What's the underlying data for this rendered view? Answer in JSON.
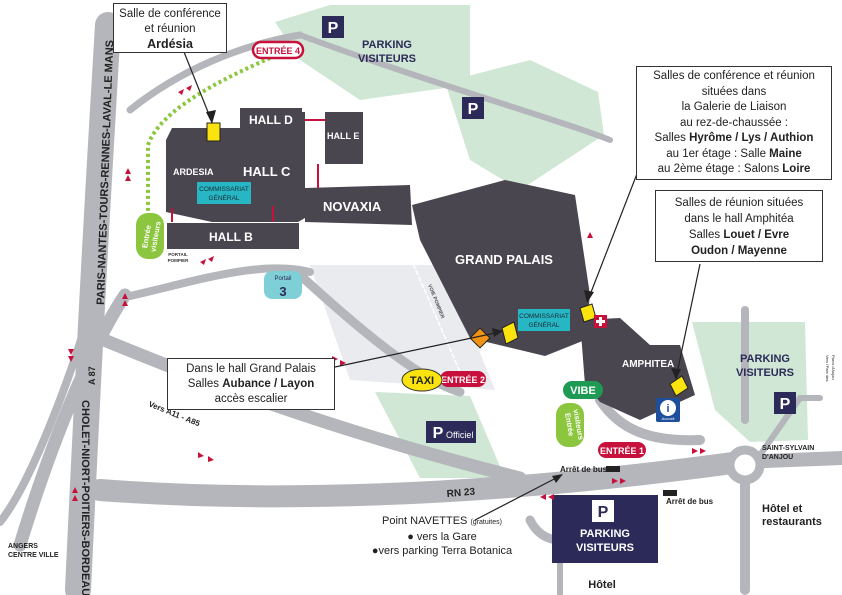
{
  "colors": {
    "building": "#4a4650",
    "road": "#b4b6bb",
    "green": "#cfe7d4",
    "navy": "#2c2a58",
    "accent_red": "#c8103c",
    "teal": "#27b6c4",
    "yellow": "#fbe30f",
    "orange": "#f29215",
    "green_label": "#8cc63f",
    "vibe_green": "#1e9a55",
    "path_dotted": "#8cc63f"
  },
  "halls": {
    "hall_d": "HALL D",
    "hall_e": "HALL E",
    "hall_c": "HALL C",
    "ardesia": "ARDESIA",
    "hall_b": "HALL B",
    "novaxia": "NOVAXIA",
    "grand_palais": "GRAND PALAIS",
    "amphitea": "AMPHITEA"
  },
  "commissariat_1": [
    "COMMISSARIAT",
    "GÉNÉRAL"
  ],
  "commissariat_2": [
    "COMMISSARIAT",
    "GÉNÉRAL"
  ],
  "parkings": {
    "parking_top": [
      "PARKING",
      "VISITEURS"
    ],
    "parking_right": [
      "PARKING",
      "VISITEURS"
    ],
    "parking_bottom": [
      "PARKING",
      "VISITEURS"
    ],
    "officiel": "Officiel",
    "p_letter": "P"
  },
  "entrances": {
    "entree_4": "ENTRÉE 4",
    "entree_2": "ENTRÉE 2",
    "entree_1": "ENTRÉE 1",
    "entree_visiteurs_left": [
      "Entrée",
      "visiteurs"
    ],
    "entree_visiteurs_bottom": [
      "Entrée",
      "visiteurs"
    ],
    "portail_pompier": [
      "PORTAIL",
      "POMPIER"
    ],
    "portail_label": "Portail",
    "portail_number": "3",
    "voie_pompier": "VOIE POMPIER"
  },
  "misc": {
    "taxi": "TAXI",
    "vibe": "VIBE",
    "info_symbol": "i",
    "info_label": "Accueil"
  },
  "roads": {
    "rn23": "RN 23",
    "a87_corridor": "PARIS-NANTES-TOURS-RENNES-LAVAL-LE MANS",
    "a87": "A 87",
    "cholet": "CHOLET-NIORT-POITIERS-BORDEAUX",
    "vers_a11": "Vers A11 - A85",
    "angers": [
      "ANGERS",
      "CENTRE VILLE"
    ],
    "saint_sylvain": [
      "SAINT-SYLVAIN",
      "D'ANJOU"
    ],
    "vers_parc": [
      "Vers l'Parc des",
      "Parcs d'Anjou"
    ],
    "hotel_restaurants": [
      "Hôtel et",
      "restaurants"
    ],
    "hotel": "Hôtel",
    "arret_bus_1": "Arrêt de bus",
    "arret_bus_2": "Arrêt de bus"
  },
  "callouts": {
    "ardesia": {
      "line1": "Salle de conférence",
      "line2": "et réunion",
      "bold": "Ardésia"
    },
    "galerie": {
      "l1": "Salles de conférence et réunion",
      "l2": "situées dans",
      "l3": "la Galerie de Liaison",
      "l4": "au rez-de-chaussée :",
      "l5_pre": "Salles ",
      "l5_bold": "Hyrôme / Lys / Authion",
      "l6_pre": "au 1er étage : Salle ",
      "l6_bold": "Maine",
      "l7_pre": "au 2ème étage : Salons ",
      "l7_bold": "Loire"
    },
    "amphitea": {
      "l1": "Salles de réunion situées",
      "l2": "dans le hall Amphitéa",
      "l3_pre": "Salles ",
      "l3_bold": "Louet / Evre",
      "l4_bold": "Oudon / Mayenne"
    },
    "grand_palais": {
      "l1": "Dans le hall Grand Palais",
      "l2_pre": "Salles ",
      "l2_bold": "Aubance / Layon",
      "l3": "accès escalier"
    },
    "navettes": {
      "title": "Point NAVETTES",
      "title_small": "(gratuites)",
      "item1": "● vers la Gare",
      "item2": "●vers parking Terra Botanica"
    }
  }
}
